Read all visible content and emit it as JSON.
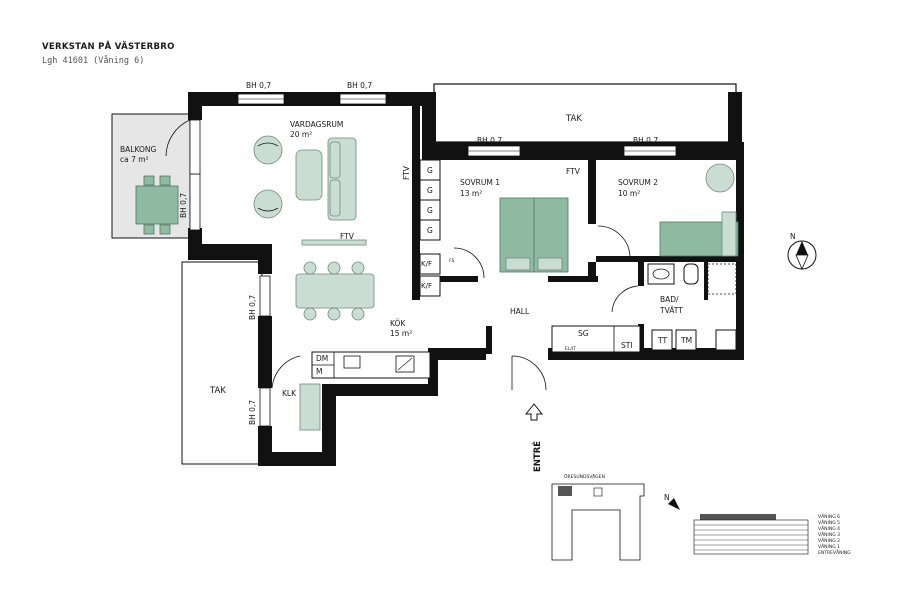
{
  "header": {
    "title": "VERKSTAN PÅ VÄSTERBRO",
    "subtitle": "Lgh 41601 (Våning 6)"
  },
  "rooms": {
    "vardagsrum": {
      "name": "VARDAGSRUM",
      "area": "20 m²"
    },
    "balkong": {
      "name": "BALKONG",
      "area": "ca 7 m²"
    },
    "sovrum1": {
      "name": "SOVRUM 1",
      "area": "13 m²"
    },
    "sovrum2": {
      "name": "SOVRUM 2",
      "area": "10 m²"
    },
    "kok": {
      "name": "KÖK",
      "area": "15 m²"
    },
    "hall": {
      "name": "HALL"
    },
    "bad": {
      "line1": "BAD/",
      "line2": "TVÄTT"
    },
    "klk": {
      "name": "KLK"
    }
  },
  "labels": {
    "tak": "TAK",
    "bh": "BH 0,7",
    "ftv": "FTV",
    "g": "G",
    "kf": "K/F",
    "fs": "FS",
    "sg": "SG",
    "sti": "STI",
    "el_it": "EL/IT",
    "dm": "DM",
    "m": "M",
    "tt": "TT",
    "tm": "TM",
    "entre": "ENTRÉ"
  },
  "keyplan": {
    "street": "ÖRESUNDSVÄGEN",
    "compass": "N",
    "floors": [
      "VÅNING 6",
      "VÅNING 5",
      "VÅNING 4",
      "VÅNING 3",
      "VÅNING 2",
      "VÅNING 1",
      "ENTREVÅNING"
    ],
    "highlighted_floor": "VÅNING 6"
  },
  "colors": {
    "wall": "#111111",
    "furniture": "#c9ddd3",
    "bed": "#8fbba3"
  }
}
